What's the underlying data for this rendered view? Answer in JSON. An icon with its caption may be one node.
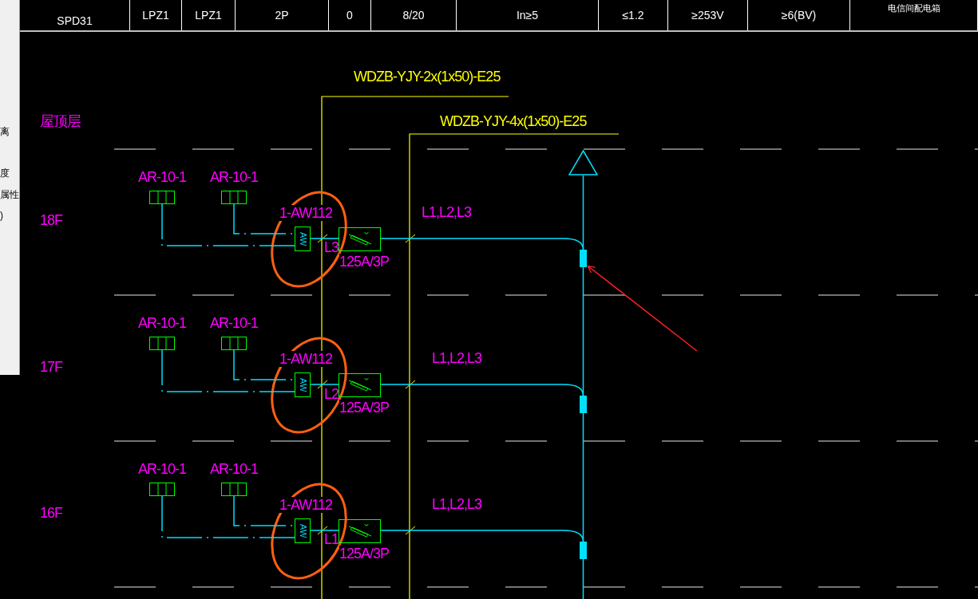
{
  "diagram": {
    "nodes": [
      {
        "text": [],
        "shape": "triangle"
      },
      {
        "text": [
          "AR-10-1"
        ]
      },
      {
        "text": [
          "AR-10-1"
        ]
      },
      {
        "text": [
          "AW"
        ],
        "beside": [
          "1-AW112"
        ]
      },
      {
        "text": [],
        "shape": "box",
        "beside": [
          "125A/3P"
        ]
      },
      {
        "text": [],
        "shape": "bar"
      },
      {
        "text": [
          "AR-10-1"
        ]
      },
      {
        "text": [
          "AR-10-1"
        ]
      },
      {
        "text": [
          "AW"
        ],
        "beside": [
          "1-AW112"
        ]
      },
      {
        "text": [],
        "shape": "box",
        "beside": [
          "125A/3P"
        ]
      },
      {
        "text": [],
        "shape": "bar"
      },
      {
        "text": [
          "AR-10-1"
        ]
      },
      {
        "text": [
          "AR-10-1"
        ]
      },
      {
        "text": [
          "AW"
        ],
        "beside": [
          "1-AW112"
        ]
      },
      {
        "text": [],
        "shape": "box",
        "beside": [
          "125A/3P"
        ]
      },
      {
        "text": [],
        "shape": "bar"
      }
    ],
    "edges": [
      {
        "from": 0,
        "to": 5,
        "arrow": "none"
      },
      {
        "from": 5,
        "to": 10,
        "arrow": "none"
      },
      {
        "from": 10,
        "to": 15,
        "arrow": "none"
      },
      {
        "from": 15,
        "to": null,
        "arrow": "none"
      },
      {
        "from": 1,
        "to": 3,
        "arrow": "none",
        "style": "dashed"
      },
      {
        "from": 2,
        "to": 3,
        "arrow": "none",
        "style": "dashed"
      },
      {
        "from": 3,
        "to": 4,
        "arrow": "none"
      },
      {
        "from": 4,
        "to": 5,
        "arrow": "none"
      },
      {
        "from": 6,
        "to": 8,
        "arrow": "none",
        "style": "dashed"
      },
      {
        "from": 7,
        "to": 8,
        "arrow": "none",
        "style": "dashed"
      },
      {
        "from": 8,
        "to": 9,
        "arrow": "none"
      },
      {
        "from": 9,
        "to": 10,
        "arrow": "none"
      },
      {
        "from": 11,
        "to": 13,
        "arrow": "none",
        "style": "dashed"
      },
      {
        "from": 12,
        "to": 13,
        "arrow": "none",
        "style": "dashed"
      },
      {
        "from": 13,
        "to": 14,
        "arrow": "none"
      },
      {
        "from": 14,
        "to": 15,
        "arrow": "none"
      },
      {
        "from": null,
        "to": 5,
        "arrow": "to",
        "color": "#ff2020"
      }
    ],
    "labels": [
      "SPD31",
      "LPZ1",
      "LPZ1",
      "2P",
      "0",
      "8/20",
      "In≥5",
      "≤1.2",
      "≥253V",
      "≥6(BV)",
      "电信间配电箱",
      "WDZB-YJY-2x(1x50)-E25",
      "离",
      "屋顶层",
      "WDZB-YJY-4x(1x50)-E25",
      "度",
      "属性",
      ")",
      "18F",
      "L1,L2,L3",
      "L3",
      "17F",
      "L1,L2,L3",
      "L2",
      "16F",
      "L1,L2,L3",
      "L1"
    ]
  }
}
